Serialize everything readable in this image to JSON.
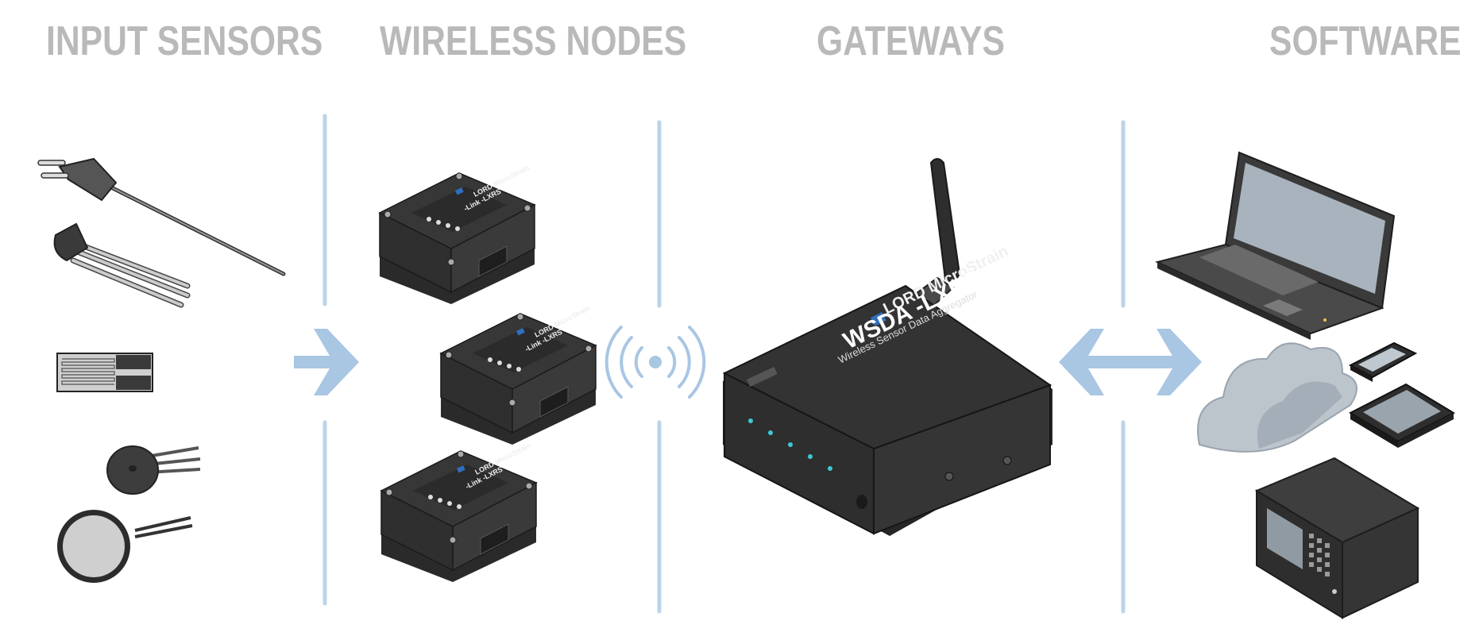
{
  "headings": {
    "input_sensors": "INPUT SENSORS",
    "wireless_nodes": "WIRELESS NODES",
    "gateways": "GATEWAYS",
    "software": "SOFTWARE"
  },
  "node_label": {
    "brand": "LORD MicroStrain",
    "model": "-Link -LXRS"
  },
  "gateway_label": {
    "brand": "LORD MicroStrain",
    "model": "WSDA -LXRS",
    "subtitle": "Wireless Sensor Data Aggregator"
  },
  "colors": {
    "heading": "#b9b9b9",
    "divider": "#bcd3e8",
    "arrow": "#a9c6e3",
    "device_dark": "#2f2f2f",
    "device_top": "#3a3a3a"
  }
}
